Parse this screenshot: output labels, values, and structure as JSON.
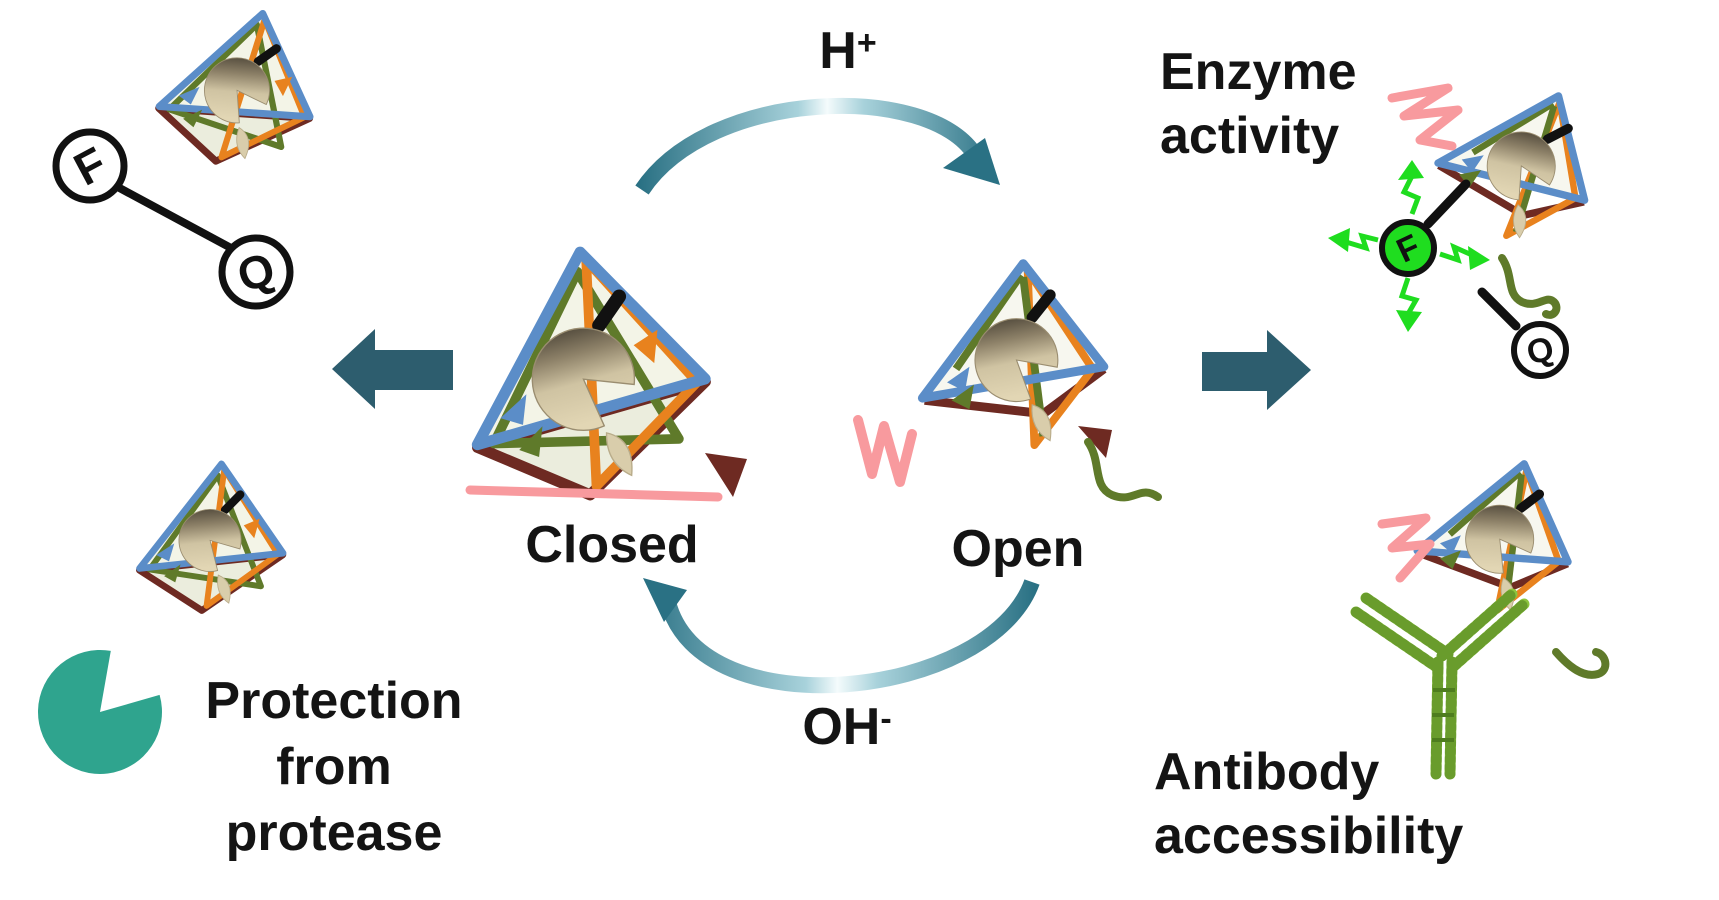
{
  "figure": {
    "states": {
      "closed": "Closed",
      "open": "Open"
    },
    "triggers": {
      "acid": {
        "base": "H",
        "sup": "+"
      },
      "alkali": {
        "base": "OH",
        "sup": "-"
      }
    },
    "outcomes": {
      "enzyme_activity": {
        "line1": "Enzyme",
        "line2": "activity"
      },
      "antibody_accessibility": {
        "line1": "Antibody",
        "line2": "accessibility"
      },
      "protease_protection": {
        "line1": "Protection",
        "line2": "from",
        "line3": "protease"
      }
    },
    "probes": {
      "quenched_pair": {
        "fluorophore": "F",
        "quencher": "Q"
      },
      "active_pair": {
        "fluorophore": "F",
        "quencher": "Q"
      }
    },
    "colors": {
      "edge_blue": "#5b8dc8",
      "edge_orange": "#e8821e",
      "edge_olive": "#5f7a2a",
      "edge_maroon": "#6e2a22",
      "strand_pink": "#f89a9e",
      "arc_teal": "#2a7184",
      "block_arrow_teal": "#2d5d6e",
      "fluor_green": "#1fdd1f",
      "antibody_green": "#8cc43e",
      "protease_teal": "#2fa48e",
      "text": "#141414"
    }
  }
}
